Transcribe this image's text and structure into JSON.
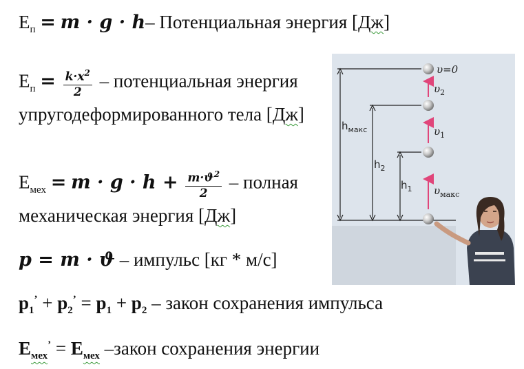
{
  "formulas": {
    "f1": {
      "lhs_main": "E",
      "lhs_sub": "п",
      "rhs": "m · g · h",
      "desc": "– Потенциальная энергия [",
      "unit": "Дж",
      "close": "]"
    },
    "f2": {
      "lhs_main": "E",
      "lhs_sub": "п",
      "num": "k·x",
      "num_sup": "2",
      "den": "2",
      "desc1": " – потенциальная энергия",
      "desc2": "упругодеформированного  тела [",
      "unit": "Дж",
      "close": "]"
    },
    "f3": {
      "lhs_main": "E",
      "lhs_sub": "мех",
      "rhs": "m · g · h +",
      "num": "m·ϑ",
      "num_sup": "2",
      "den": "2",
      "desc1": " – полная",
      "desc2": "механическая энергия [",
      "unit": "Дж",
      "close": "]"
    },
    "f4": {
      "expr": "p = m · ϑ",
      "desc": " – импульс [кг * м/с]"
    },
    "f5": {
      "p": "p",
      "s1": "1",
      "s2": "2",
      "prime": "’",
      "plus": " + ",
      "eq": " = ",
      "desc": " – закон сохранения импульса"
    },
    "f6": {
      "E": "E",
      "sub": "мех",
      "prime": "’",
      "eq": " = ",
      "desc": " –закон сохранения энергии"
    }
  },
  "figure": {
    "label_v0": "υ=0",
    "label_v2": "υ",
    "label_v2_sub": "2",
    "label_v1": "υ",
    "label_v1_sub": "1",
    "label_vmax": "υ",
    "label_vmax_sub": "макс",
    "label_hmax": "h",
    "label_hmax_sub": "макс",
    "label_h2": "h",
    "label_h2_sub": "2",
    "label_h1": "h",
    "label_h1_sub": "1",
    "colors": {
      "background": "#dde4ec",
      "arrow": "#e0457a",
      "ball": "#b8b8b8",
      "line": "#222222"
    }
  }
}
